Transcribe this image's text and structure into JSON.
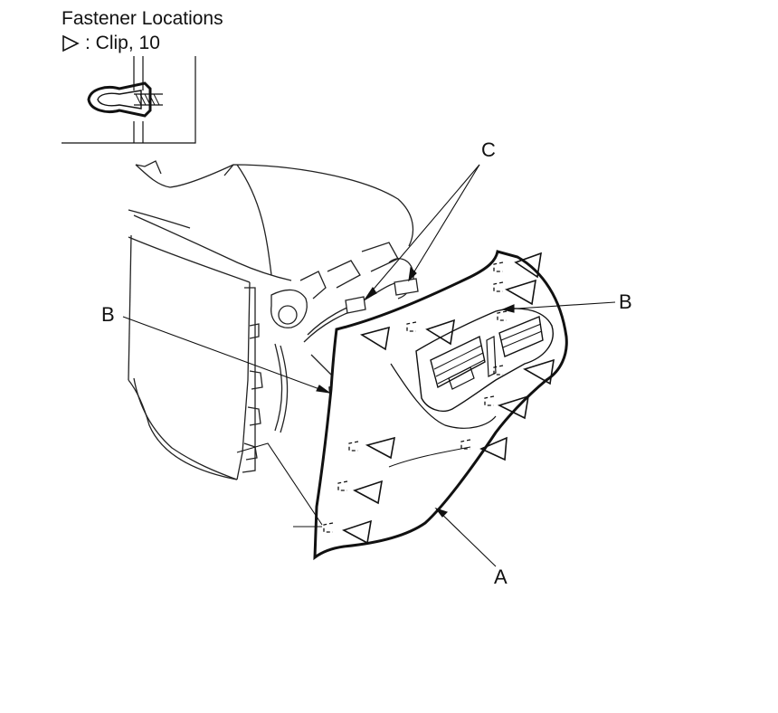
{
  "heading": "Fastener Locations",
  "legend": {
    "icon": "clip-triangle-icon",
    "text": ": Clip, 10"
  },
  "callouts": {
    "a": "A",
    "b_left": "B",
    "b_right": "B",
    "c": "C"
  }
}
